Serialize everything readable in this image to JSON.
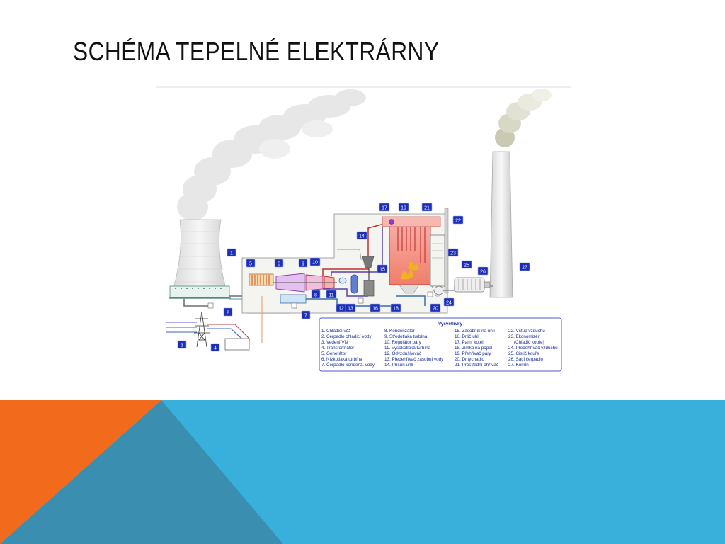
{
  "slide": {
    "title": "SCHÉMA TEPELNÉ ELEKTRÁRNY"
  },
  "colors": {
    "accent_orange": "#f26b1d",
    "accent_teal": "#3a8fb1",
    "accent_blue": "#39b0dc",
    "badge_blue": "#1c2fb8",
    "legend_text": "#1a2f9a"
  },
  "diagram": {
    "badges": [
      "1",
      "2",
      "3",
      "4",
      "5",
      "6",
      "7",
      "8",
      "9",
      "10",
      "11",
      "12",
      "13",
      "14",
      "15",
      "16",
      "17",
      "18",
      "19",
      "20",
      "21",
      "22",
      "23",
      "24",
      "25",
      "26",
      "27"
    ],
    "legend": {
      "title": "Vysvětlivky",
      "col1": [
        "1. Chladicí věž",
        "2. Čerpadlo chladicí vody",
        "3. Vedení VN",
        "4. Transformátor",
        "5. Generátor",
        "6. Nízkotlaká turbína",
        "7. Čerpadlo kondenz. vody"
      ],
      "col2": [
        "8. Kondenzátor",
        "9. Středotlaká turbína",
        "10. Regulátor páry",
        "11. Vysokotlaká turbína",
        "12. Odvzdušňovač",
        "13. Předehřívač zásobní vody",
        "14. Přísun uhlí"
      ],
      "col3": [
        "15. Zásobník na uhlí",
        "16. Drtič uhlí",
        "17. Parní kotel",
        "18. Jímka na popel",
        "19. Přehřívač páry",
        "20. Dmychadlo",
        "21. Prostřední ohřívač"
      ],
      "col4": [
        "22. Vstup vzduchu",
        "23. Ekonomizér",
        "(Chladič kouře)",
        "24. Předehřívač vzduchu",
        "25. Čistič kouře",
        "26. Sací čerpadlo",
        "27. Komín"
      ]
    }
  }
}
